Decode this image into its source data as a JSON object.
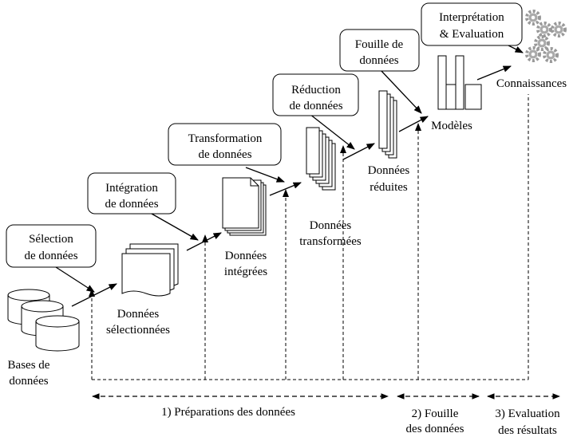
{
  "steps": {
    "selection": [
      "Sélection",
      "de données"
    ],
    "integration": [
      "Intégration",
      "de données"
    ],
    "transformation": [
      "Transformation",
      "de données"
    ],
    "reduction": [
      "Réduction",
      "de données"
    ],
    "fouille": [
      "Fouille de",
      "données"
    ],
    "interpretation": [
      "Interprétation",
      "& Evaluation"
    ]
  },
  "artifacts": {
    "bases": [
      "Bases de",
      "données"
    ],
    "selectionnees": [
      "Données",
      "sélectionnées"
    ],
    "integrees": [
      "Données",
      "intégrées"
    ],
    "transformees": [
      "Données",
      "transformées"
    ],
    "reduites": [
      "Données",
      "réduites"
    ],
    "modeles": "Modèles",
    "connaissances": "Connaissances"
  },
  "phases": {
    "preparation": "1) Préparations des données",
    "fouille": [
      "2) Fouille",
      "des données"
    ],
    "evaluation": [
      "3) Evaluation",
      "des résultats"
    ]
  },
  "icons": [
    "database-icon",
    "documents-icon",
    "gear-icon",
    "bar-chart-icon"
  ]
}
